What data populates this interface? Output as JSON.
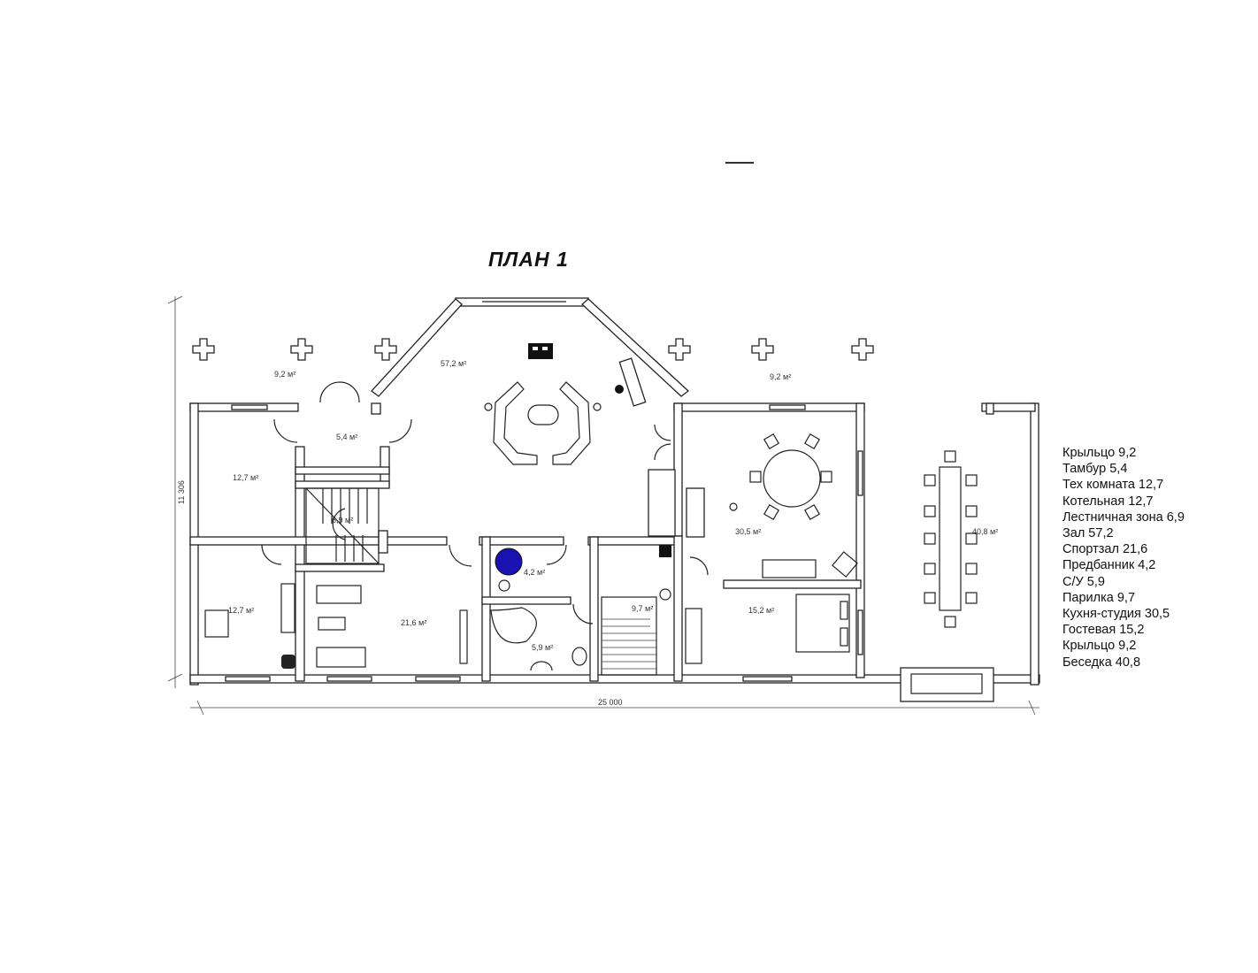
{
  "title": "ПЛАН 1",
  "dimensions": {
    "width": "25 000",
    "height": "11 306"
  },
  "room_labels": {
    "porch_left": "9,2 м²",
    "hall": "57,2 м²",
    "porch_right": "9,2 м²",
    "vestibule": "5,4 м²",
    "tech_room": "12,7 м²",
    "stairs": "6,9 м²",
    "kitchen": "30,5 м²",
    "gazebo": "40,8 м²",
    "anteroom": "4,2 м²",
    "boiler": "12,7 м²",
    "gym": "21,6 м²",
    "sauna": "9,7 м²",
    "guest": "15,2 м²",
    "bathroom": "5,9 м²"
  },
  "legend": [
    "Крыльцо 9,2",
    "Тамбур 5,4",
    "Тех комната 12,7",
    "Котельная 12,7",
    "Лестничная зона 6,9",
    "Зал 57,2",
    "Спортзал 21,6",
    "Предбанник 4,2",
    "С/У 5,9",
    "Парилка 9,7",
    "Кухня-студия 30,5",
    "Гостевая 15,2",
    "Крыльцо 9,2",
    "Беседка 40,8"
  ],
  "colors": {
    "wall": "#222222",
    "boiler_tank": "#1a12b0"
  }
}
